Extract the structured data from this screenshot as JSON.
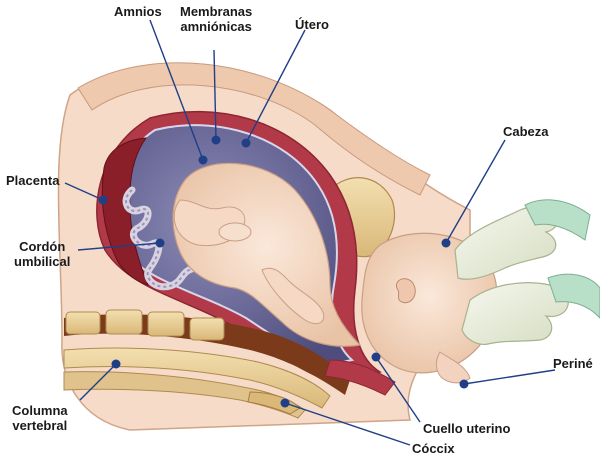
{
  "labels": {
    "amnios": "Amnios",
    "membranas_line1": "Membranas",
    "membranas_line2": "amniónicas",
    "utero": "Útero",
    "cabeza": "Cabeza",
    "placenta": "Placenta",
    "cordon_line1": "Cordón",
    "cordon_line2": "umbilical",
    "perine": "Periné",
    "columna_line1": "Columna",
    "columna_line2": "vertebral",
    "cuello": "Cuello uterino",
    "coccix": "Cóccix"
  },
  "colors": {
    "leader_line": "#1f3f86",
    "leader_dot": "#1f3f86",
    "skin": "#f3d8c4",
    "uterus_wall": "#b23a48",
    "amniotic_fluid": "#6b6a9a",
    "placenta": "#8a1f2a",
    "bone": "#e8cf9a",
    "glove": "#e9efd9"
  }
}
